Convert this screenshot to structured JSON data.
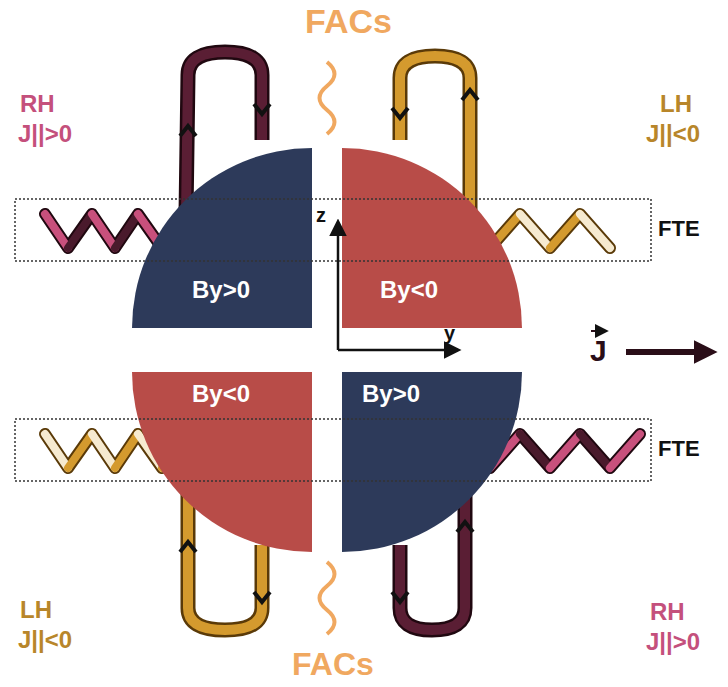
{
  "diagram": {
    "nodes": [
      {
        "text": [
          "By>0"
        ]
      },
      {
        "text": [
          "By<0"
        ]
      },
      {
        "text": [
          "FTE"
        ]
      },
      {
        "text": [
          "By<0"
        ]
      },
      {
        "text": [
          "By>0"
        ]
      },
      {
        "text": [
          "FTE"
        ]
      }
    ],
    "labels": [
      "FACs",
      "RH",
      "LH",
      "J||>0",
      "J||<0",
      "z",
      "y",
      "J",
      "LH",
      "RH",
      "J||<0",
      "J||>0",
      "FACs"
    ]
  }
}
